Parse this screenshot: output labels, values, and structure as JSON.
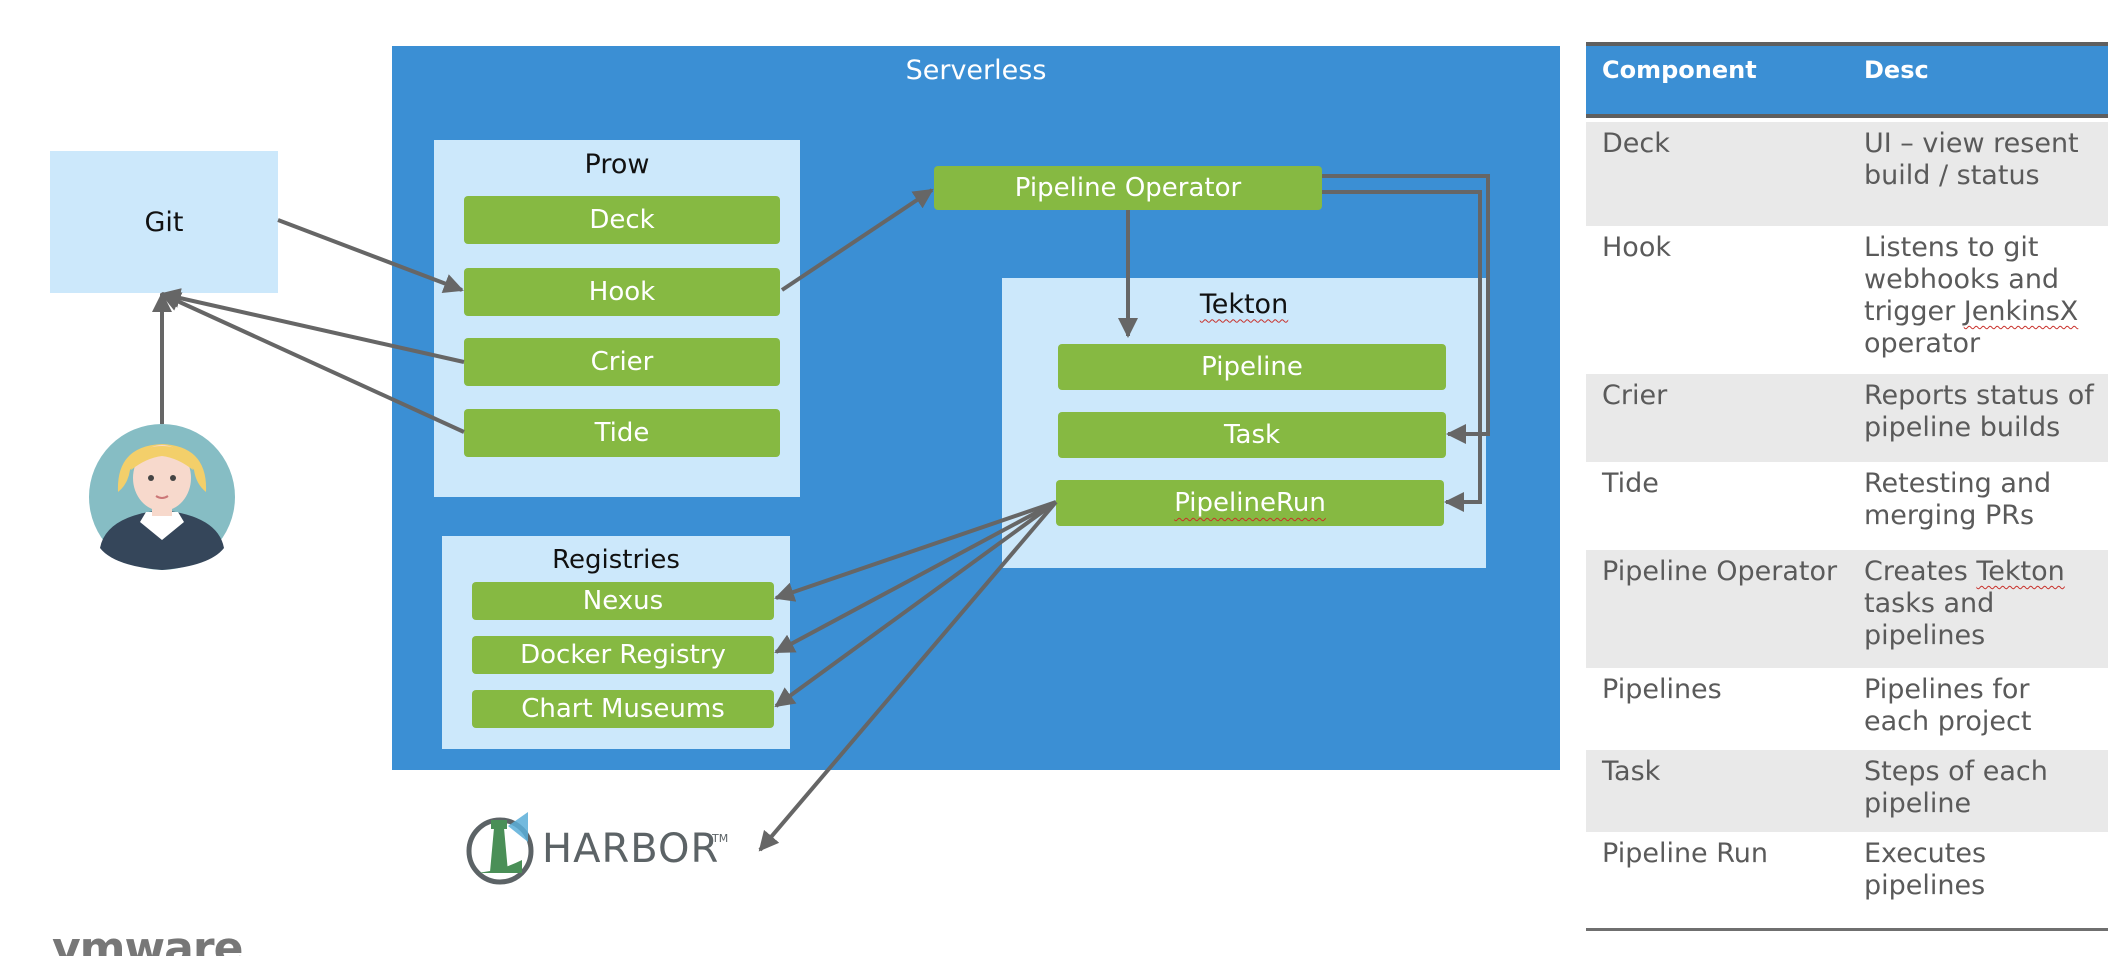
{
  "serverless": {
    "title": "Serverless"
  },
  "git": {
    "label": "Git"
  },
  "prow": {
    "title": "Prow",
    "items": [
      "Deck",
      "Hook",
      "Crier",
      "Tide"
    ]
  },
  "pipeline_operator": {
    "label": "Pipeline Operator"
  },
  "tekton": {
    "title": "Tekton",
    "items": [
      "Pipeline",
      "Task",
      "PipelineRun"
    ]
  },
  "registries": {
    "title": "Registries",
    "items": [
      "Nexus",
      "Docker Registry",
      "Chart Museums"
    ]
  },
  "harbor": {
    "label": "HARBOR",
    "tm": "TM"
  },
  "logo": {
    "label": "vmware"
  },
  "colors": {
    "serverless_bg": "#3b8fd4",
    "pale_box": "#cce8fb",
    "green": "#86b942",
    "arrow": "#666666"
  },
  "table": {
    "headers": [
      "Component",
      "Desc"
    ],
    "rows": [
      {
        "component": "Deck",
        "desc": "UI – view resent build / status"
      },
      {
        "component": "Hook",
        "desc": "Listens to git webhooks and trigger JenkinsX operator"
      },
      {
        "component": "Crier",
        "desc": "Reports status of pipeline builds"
      },
      {
        "component": "Tide",
        "desc": "Retesting and merging PRs"
      },
      {
        "component": "Pipeline Operator",
        "desc": "Creates Tekton tasks and pipelines"
      },
      {
        "component": "Pipelines",
        "desc": "Pipelines for each project"
      },
      {
        "component": "Task",
        "desc": "Steps of each pipeline"
      },
      {
        "component": "Pipeline Run",
        "desc": "Executes pipelines"
      }
    ]
  }
}
